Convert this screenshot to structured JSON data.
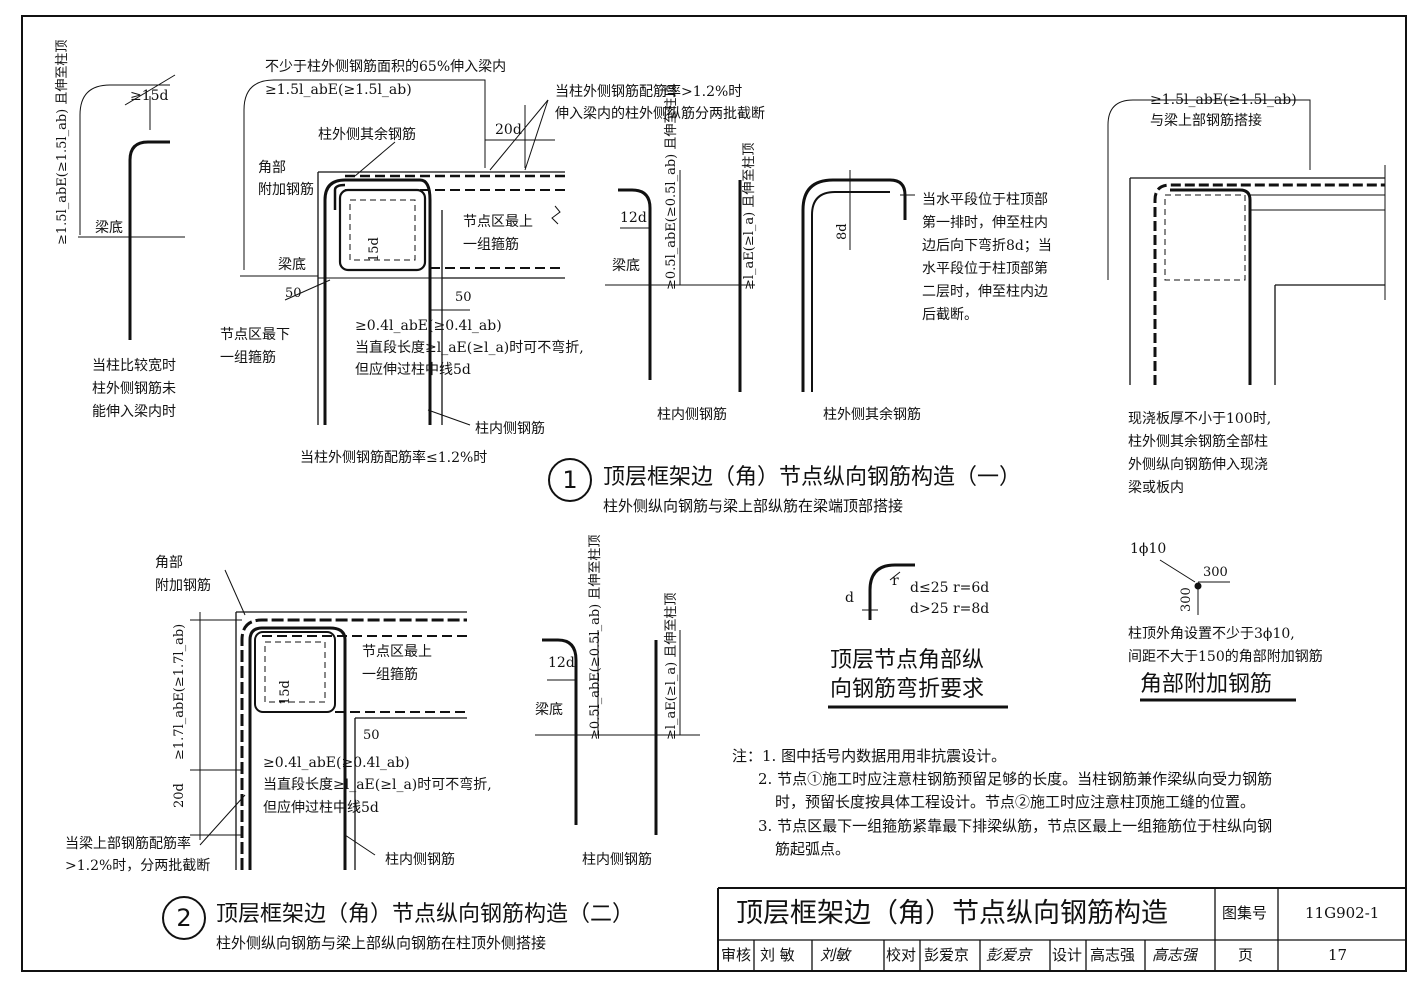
{
  "detail1": {
    "number": "1",
    "title": "顶层框架边（角）节点纵向钢筋构造（一）",
    "subtitle": "柱外侧纵向钢筋与梁上部纵筋在梁端顶部搭接",
    "left": {
      "dim_15d": "≥15d",
      "vertical_label": "≥1.5l_abE(≥1.5l_ab) 且伸至柱顶",
      "beam_bottom": "梁底",
      "caption": [
        "当柱比较宽时",
        "柱外侧钢筋未",
        "能伸入梁内时"
      ]
    },
    "main": {
      "note_top_1": "不少于柱外侧钢筋面积的65%伸入梁内",
      "note_top_2": "≥1.5l_abE(≥1.5l_ab)",
      "note_rate_1": "当柱外侧钢筋配筋率>1.2%时",
      "note_rate_2": "伸入梁内的柱外侧纵筋分两批截断",
      "dim_20d": "20d",
      "other_bars": "柱外侧其余钢筋",
      "corner_1": "角部",
      "corner_2": "附加钢筋",
      "top_stirrup_1": "节点区最上",
      "top_stirrup_2": "一组箍筋",
      "beam_bottom": "梁底",
      "dim_50": "50",
      "dim_50b": "50",
      "dim_15d": "15d",
      "bottom_stirrup_1": "节点区最下",
      "bottom_stirrup_2": "一组箍筋",
      "anchor_1": "≥0.4l_abE(≥0.4l_ab)",
      "anchor_2": "当直段长度≥l_aE(≥l_a)时可不弯折,",
      "anchor_3": "但应伸过柱中线5d",
      "inner_bar": "柱内侧钢筋",
      "caption": "当柱外侧钢筋配筋率≤1.2%时"
    },
    "inner_detail": {
      "dim_12d": "12d",
      "beam_bottom": "梁底",
      "label_a": "≥0.5l_abE(≥0.5l_ab) 且伸至柱顶",
      "label_b": "≥l_aE(≥l_a) 且伸至柱顶",
      "caption": "柱内侧钢筋"
    },
    "outer_detail": {
      "dim_8d": "8d",
      "caption": "柱外侧其余钢筋",
      "note": [
        "当水平段位于柱顶部",
        "第一排时，伸至柱内",
        "边后向下弯折8d；当",
        "水平段位于柱顶部第",
        "二层时，伸至柱内边",
        "后截断。"
      ]
    },
    "right": {
      "note_1": "≥1.5l_abE(≥1.5l_ab)",
      "note_2": "与梁上部钢筋搭接",
      "caption": [
        "现浇板厚不小于100时,",
        "柱外侧其余钢筋全部柱",
        "外侧纵向钢筋伸入现浇",
        "梁或板内"
      ]
    }
  },
  "detail2": {
    "number": "2",
    "title": "顶层框架边（角）节点纵向钢筋构造（二）",
    "subtitle": "柱外侧纵向钢筋与梁上部纵向钢筋在柱顶外侧搭接",
    "corner_1": "角部",
    "corner_2": "附加钢筋",
    "vertical_label": "≥1.7l_abE(≥1.7l_ab)",
    "dim_20d": "20d",
    "top_stirrup_1": "节点区最上",
    "top_stirrup_2": "一组箍筋",
    "dim_15d": "15d",
    "dim_50": "50",
    "anchor_1": "≥0.4l_abE(≥0.4l_ab)",
    "anchor_2": "当直段长度≥l_aE(≥l_a)时可不弯折,",
    "anchor_3": "但应伸过柱中线5d",
    "rate_1": "当梁上部钢筋配筋率",
    "rate_2": ">1.2%时，分两批截断",
    "inner_bar": "柱内侧钢筋",
    "inner_detail": {
      "dim_12d": "12d",
      "beam_bottom": "梁底",
      "label_a": "≥0.5l_abE(≥0.5l_ab) 且伸至柱顶",
      "label_b": "≥l_aE(≥l_a) 且伸至柱顶",
      "caption": "柱内侧钢筋"
    }
  },
  "bend": {
    "d": "d",
    "r": "r",
    "rule_1": "d≤25  r=6d",
    "rule_2": "d>25  r=8d",
    "title_1": "顶层节点角部纵",
    "title_2": "向钢筋弯折要求"
  },
  "corner_bar": {
    "spec": "1ϕ10",
    "dim_h": "300",
    "dim_v": "300",
    "note_1": "柱顶外角设置不少于3ϕ10,",
    "note_2": "间距不大于150的角部附加钢筋",
    "title": "角部附加钢筋"
  },
  "notes": [
    "注：1. 图中括号内数据用用非抗震设计。",
    "2. 节点①施工时应注意柱钢筋预留足够的长度。当柱钢筋兼作梁纵向受力钢筋",
    "时，预留长度按具体工程设计。节点②施工时应注意柱顶施工缝的位置。",
    "3. 节点区最下一组箍筋紧靠最下排梁纵筋，节点区最上一组箍筋位于柱纵向钢",
    "筋起弧点。"
  ],
  "title_block": {
    "title": "顶层框架边（角）节点纵向钢筋构造",
    "atlas_label": "图集号",
    "atlas_no": "11G902-1",
    "review_label": "审核",
    "reviewer": "刘 敏",
    "reviewer_sig": "刘敏",
    "check_label": "校对",
    "checker": "彭爱京",
    "checker_sig": "彭爱京",
    "design_label": "设计",
    "designer": "高志强",
    "designer_sig": "高志强",
    "page_label": "页",
    "page_no": "17"
  }
}
